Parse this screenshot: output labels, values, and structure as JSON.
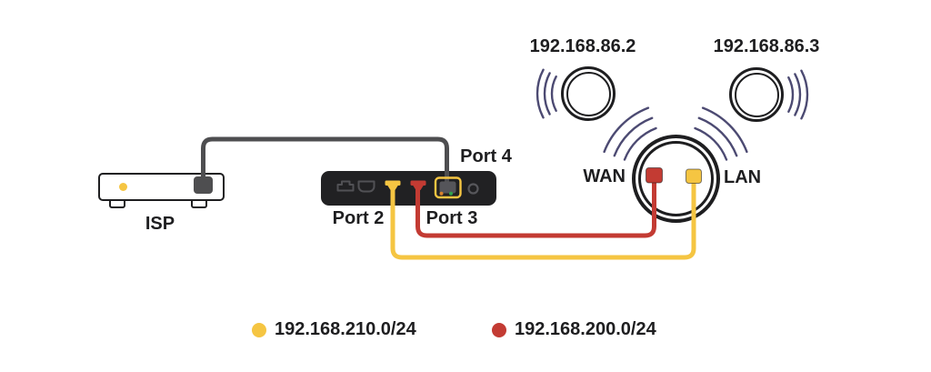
{
  "diagram": {
    "title": "dual-subnet router behind switch network topology",
    "isp": {
      "label": "ISP"
    },
    "switch": {
      "port2_label": "Port 2",
      "port3_label": "Port 3",
      "port4_label": "Port 4",
      "leds": [
        "orange",
        "green"
      ]
    },
    "router": {
      "wan_label": "WAN",
      "lan_label": "LAN"
    },
    "mesh_points": [
      {
        "ip": "192.168.86.2"
      },
      {
        "ip": "192.168.86.3"
      }
    ],
    "cables": [
      {
        "name": "isp-to-port4",
        "color_name": "gray"
      },
      {
        "name": "port3-to-wan",
        "color_name": "red"
      },
      {
        "name": "port2-to-lan",
        "color_name": "yellow"
      }
    ],
    "legend": [
      {
        "label": "192.168.210.0/24",
        "color": "#F5C542"
      },
      {
        "label": "192.168.200.0/24",
        "color": "#C33B33"
      }
    ],
    "colors": {
      "yellow": "#F5C542",
      "red": "#C33B33",
      "ink": "#1E1E20",
      "switch": "#212123",
      "cable": "#4E4E50",
      "wifi": "#4C4A72",
      "led_orange": "#D9822B",
      "led_green": "#2FA24C",
      "port_outline": "#515155"
    }
  }
}
